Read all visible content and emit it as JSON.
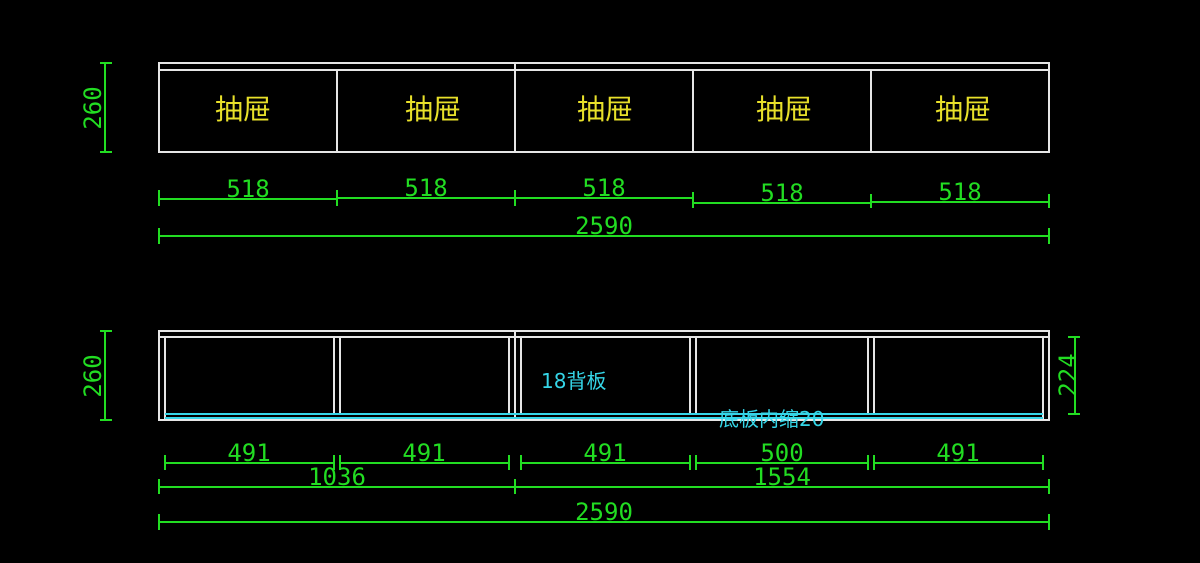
{
  "colors": {
    "background": "#000000",
    "outline": "#e6e6e6",
    "dimension": "#22dd22",
    "label": "#e8e02a",
    "note": "#35d6e8"
  },
  "top_view": {
    "height_dim": "260",
    "drawer_label": "抽屉",
    "drawer_labels": [
      "抽屉",
      "抽屉",
      "抽屉",
      "抽屉",
      "抽屉"
    ],
    "segment_dims": [
      "518",
      "518",
      "518",
      "518",
      "518"
    ],
    "total_dim": "2590"
  },
  "bottom_view": {
    "height_dim": "260",
    "right_dim": "224",
    "back_panel_note": "18背板",
    "bottom_panel_note": "底板内缩20",
    "segment_dims": [
      "491",
      "491",
      "491",
      "500",
      "491"
    ],
    "group_dims": [
      "1036",
      "1554"
    ],
    "total_dim": "2590"
  }
}
